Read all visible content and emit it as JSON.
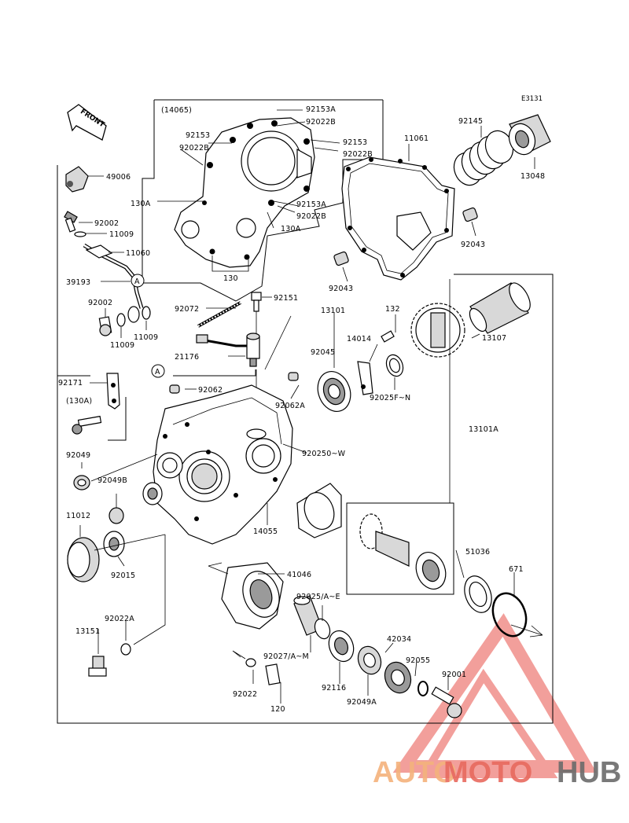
{
  "diagram": {
    "ref_code": "E3131",
    "front_label": "FRONT",
    "callout_marker": "A",
    "labels": {
      "l14065": "(14065)",
      "l92153A_top": "92153A",
      "l92022B_top": "92022B",
      "l92153_left": "92153",
      "l92022B_left": "92022B",
      "l92153_right": "92153",
      "l92022B_right": "92022B",
      "l130A_left": "130A",
      "l92153A_mid": "92153A",
      "l92022B_mid": "92022B",
      "l130A_mid": "130A",
      "l130": "130",
      "l11061": "11061",
      "l92145": "92145",
      "l13048": "13048",
      "l49006": "49006",
      "l92002_a": "92002",
      "l11009_a": "11009",
      "l11060": "11060",
      "l39193": "39193",
      "l92002_b": "92002",
      "l11009_b": "11009",
      "l11009_c": "11009",
      "l92043_a": "92043",
      "l92043_b": "92043",
      "l92072": "92072",
      "l92151": "92151",
      "l13101": "13101",
      "l132": "132",
      "l13107": "13107",
      "l14014": "14014",
      "l92045": "92045",
      "l21176": "21176",
      "l92025FN": "92025F~N",
      "l92171": "92171",
      "l130A_paren": "(130A)",
      "l92062": "92062",
      "l92062A": "92062A",
      "l13101A": "13101A",
      "l92049": "92049",
      "l92049B": "92049B",
      "l92025OW": "920250~W",
      "l11012": "11012",
      "l14055": "14055",
      "l92015": "92015",
      "l51036": "51036",
      "l671": "671",
      "l41046": "41046",
      "l92025AE": "92025/A~E",
      "l92022A": "92022A",
      "l42034": "42034",
      "l13151": "13151",
      "l92027AM": "92027/A~M",
      "l92055": "92055",
      "l92001": "92001",
      "l92116": "92116",
      "l92022": "92022",
      "l92049A": "92049A",
      "l120": "120"
    }
  },
  "watermark": {
    "part1": "AUTO",
    "part2": "MOTO",
    "part3": "HUB",
    "colors": {
      "auto": "#f4b27c",
      "moto": "#e86a5f",
      "hub": "#6b6b6b",
      "logo": "#e8524a"
    }
  }
}
